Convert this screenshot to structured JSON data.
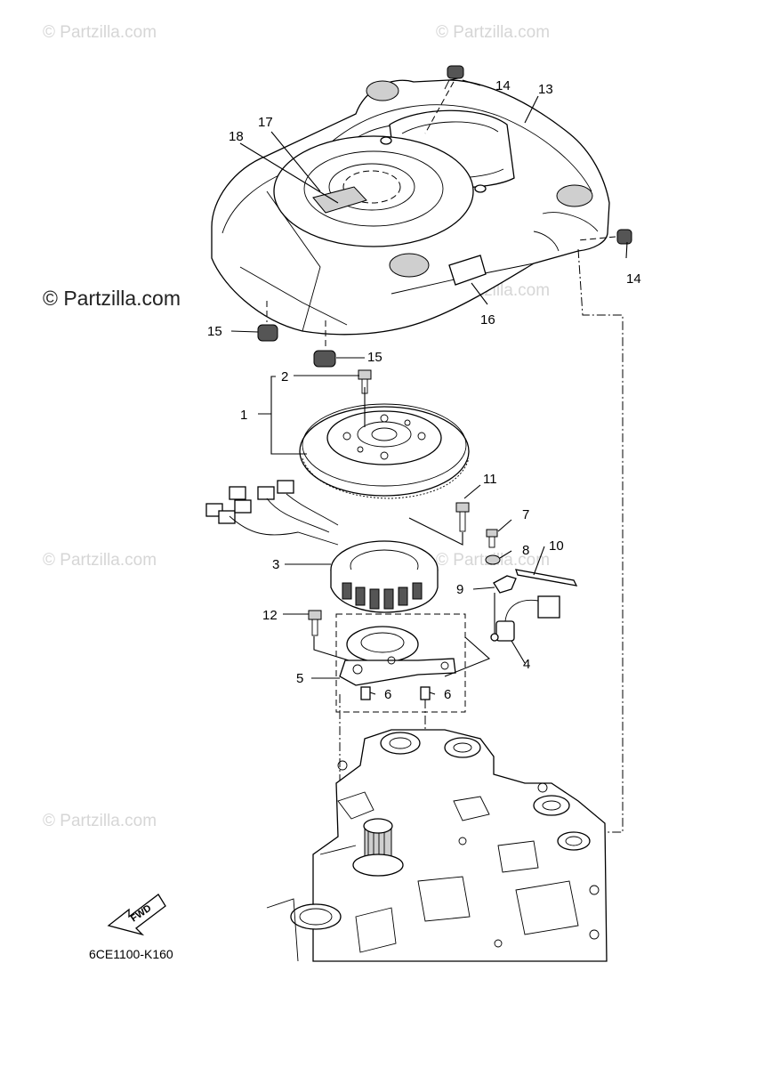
{
  "watermarks": {
    "main": "© Partzilla.com",
    "faint": "© Partzilla.com"
  },
  "callouts": {
    "c1": "1",
    "c2": "2",
    "c3": "3",
    "c4": "4",
    "c5": "5",
    "c6a": "6",
    "c6b": "6",
    "c7": "7",
    "c8": "8",
    "c9": "9",
    "c10": "10",
    "c11": "11",
    "c12": "12",
    "c13": "13",
    "c14a": "14",
    "c14b": "14",
    "c15a": "15",
    "c15b": "15",
    "c16": "16",
    "c17": "17",
    "c18": "18"
  },
  "fwd_label": "FWD",
  "diagram_code": "6CE1100-K160"
}
